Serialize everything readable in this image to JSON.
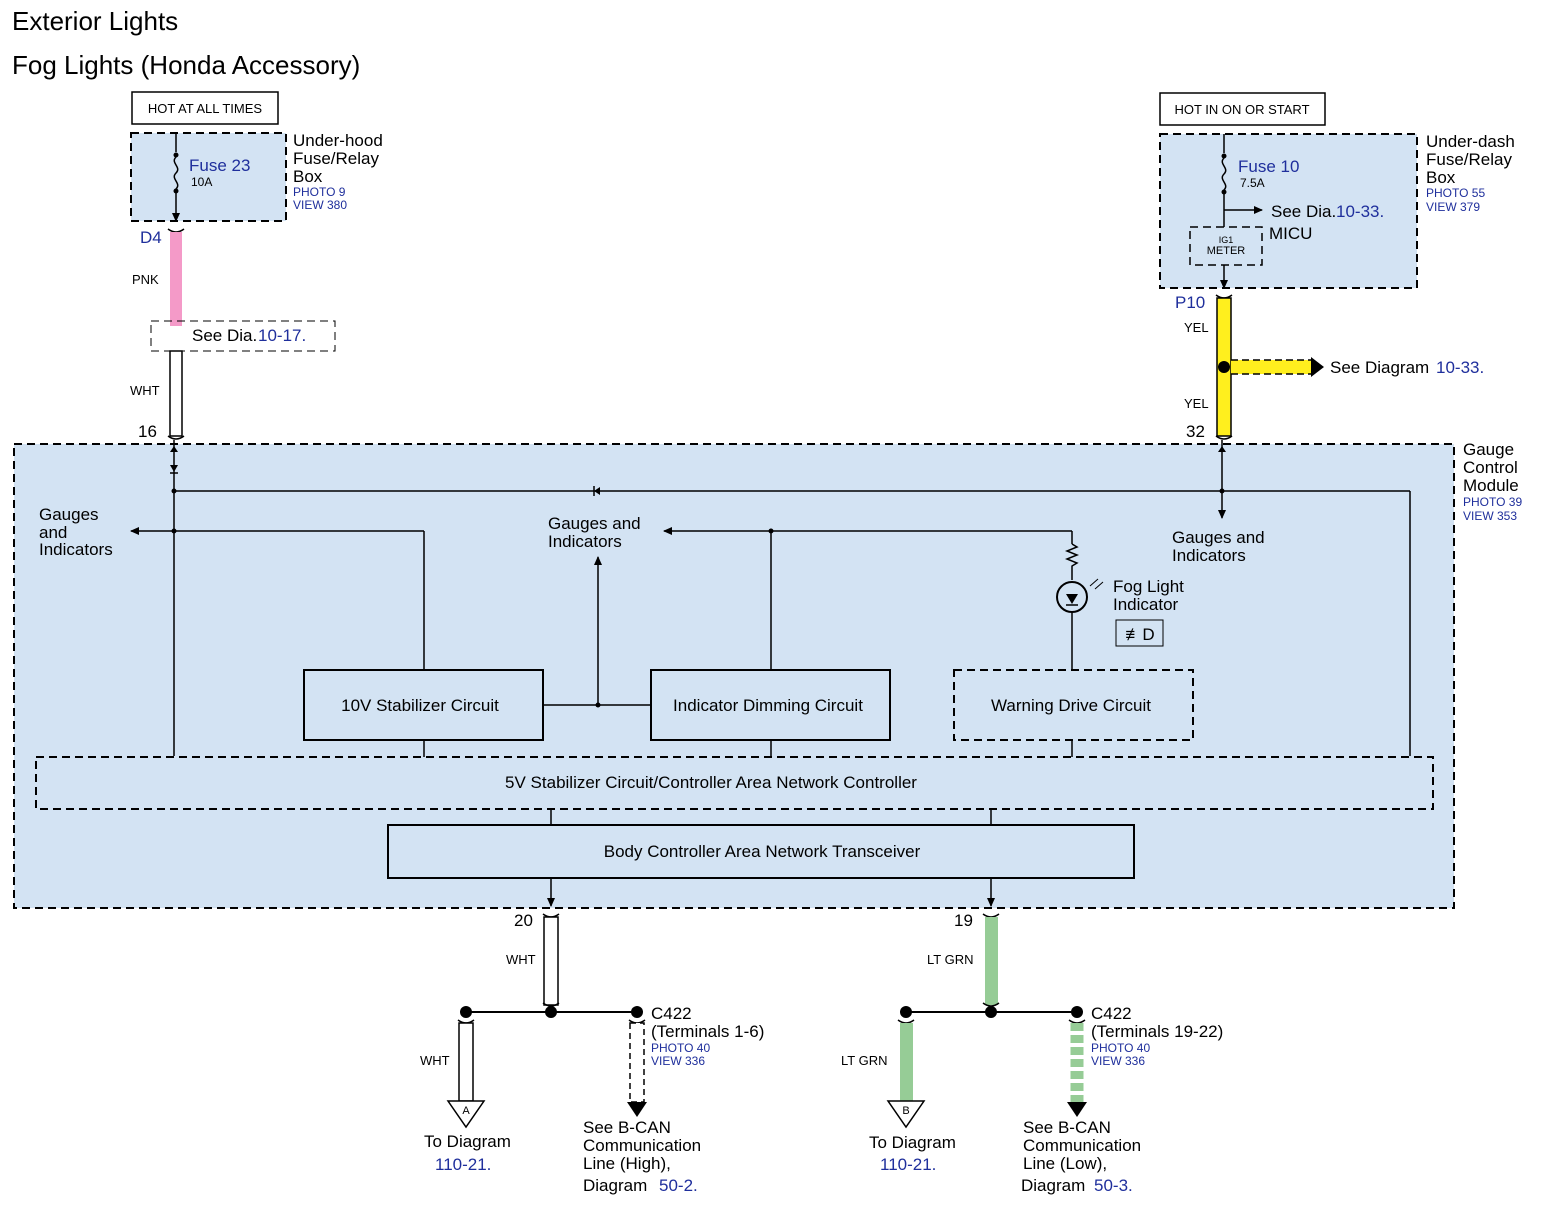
{
  "title": "Exterior Lights",
  "subtitle": "Fog Lights (Honda Accessory)",
  "colors": {
    "module_fill": "#d3e3f3",
    "pnk_wire": "#f49ac8",
    "yel_wire": "#ffef1e",
    "lt_grn_wire": "#96cc96",
    "link_text": "#1f2f9c"
  },
  "left_supply": {
    "label": "HOT AT ALL TIMES",
    "fuse_name": "Fuse 23",
    "fuse_rating": "10A",
    "box_name_1": "Under-hood",
    "box_name_2": "Fuse/Relay",
    "box_name_3": "Box",
    "photo": "PHOTO 9",
    "view": "VIEW 380",
    "connector": "D4",
    "wire_upper": "PNK",
    "see_prefix": "See Dia.",
    "see_ref": "10-17.",
    "wire_lower": "WHT",
    "terminal": "16"
  },
  "right_supply": {
    "label": "HOT IN ON OR START",
    "fuse_name": "Fuse 10",
    "fuse_rating": "7.5A",
    "box_name_1": "Under-dash",
    "box_name_2": "Fuse/Relay",
    "box_name_3": "Box",
    "photo": "PHOTO 55",
    "view": "VIEW 379",
    "see_prefix": "See Dia.",
    "see_ref": "10-33.",
    "relay_line_1": "IG1",
    "relay_line_2": "METER",
    "micu": "MICU",
    "connector": "P10",
    "wire_upper": "YEL",
    "branch_prefix": "See Diagram",
    "branch_ref": "10-33.",
    "wire_lower": "YEL",
    "terminal": "32"
  },
  "module": {
    "name_1": "Gauge",
    "name_2": "Control",
    "name_3": "Module",
    "photo": "PHOTO 39",
    "view": "VIEW 353",
    "gauges_left_1": "Gauges",
    "gauges_left_2": "and",
    "gauges_left_3": "Indicators",
    "gauges_mid_1": "Gauges and",
    "gauges_mid_2": "Indicators",
    "gauges_right_1": "Gauges and",
    "gauges_right_2": "Indicators",
    "fog_indicator_1": "Fog Light",
    "fog_indicator_2": "Indicator",
    "fog_symbol": "≢D",
    "stabilizer_10v": "10V Stabilizer Circuit",
    "dimming": "Indicator Dimming Circuit",
    "warning": "Warning Drive Circuit",
    "controller_5v": "5V Stabilizer Circuit/Controller Area Network Controller",
    "transceiver": "Body Controller Area Network Transceiver"
  },
  "bcan_high": {
    "terminal": "20",
    "wire": "WHT",
    "branch_wire": "WHT",
    "marker": "A",
    "to_diagram": "To Diagram",
    "to_ref": "110-21.",
    "connector": "C422",
    "terminals": "(Terminals 1-6)",
    "photo": "PHOTO 40",
    "view": "VIEW 336",
    "see_1": "See B-CAN",
    "see_2": "Communication",
    "see_3": "Line (High),",
    "see_4": "Diagram",
    "see_ref": "50-2."
  },
  "bcan_low": {
    "terminal": "19",
    "wire": "LT GRN",
    "branch_wire": "LT GRN",
    "marker": "B",
    "to_diagram": "To Diagram",
    "to_ref": "110-21.",
    "connector": "C422",
    "terminals": "(Terminals 19-22)",
    "photo": "PHOTO 40",
    "view": "VIEW 336",
    "see_1": "See B-CAN",
    "see_2": "Communication",
    "see_3": "Line (Low),",
    "see_4": "Diagram",
    "see_ref": "50-3."
  }
}
